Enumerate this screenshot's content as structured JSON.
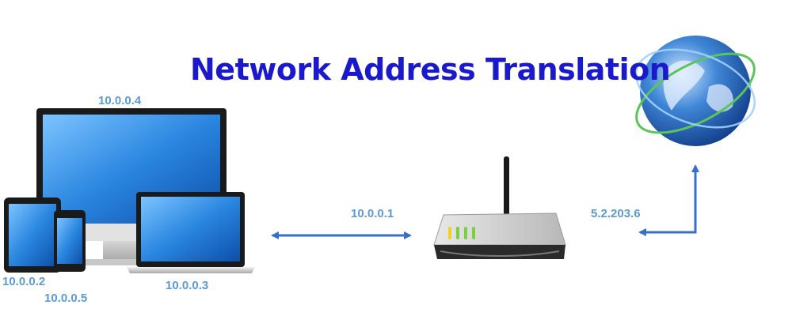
{
  "title": "Network Address Translation",
  "colors": {
    "title": "#1a1acc",
    "ip_label": "#5b9bd5",
    "arrow": "#3a6fc8",
    "screen": "#2a86e0",
    "globe": "#1f5fb8"
  },
  "labels": {
    "monitor": "10.0.0.4",
    "tablet": "10.0.0.2",
    "phone": "10.0.0.5",
    "laptop": "10.0.0.3",
    "router_lan": "10.0.0.1",
    "router_wan": "5.2.203.6"
  },
  "icons": [
    "desktop-monitor-icon",
    "tablet-icon",
    "smartphone-icon",
    "laptop-icon",
    "router-icon",
    "globe-icon"
  ]
}
